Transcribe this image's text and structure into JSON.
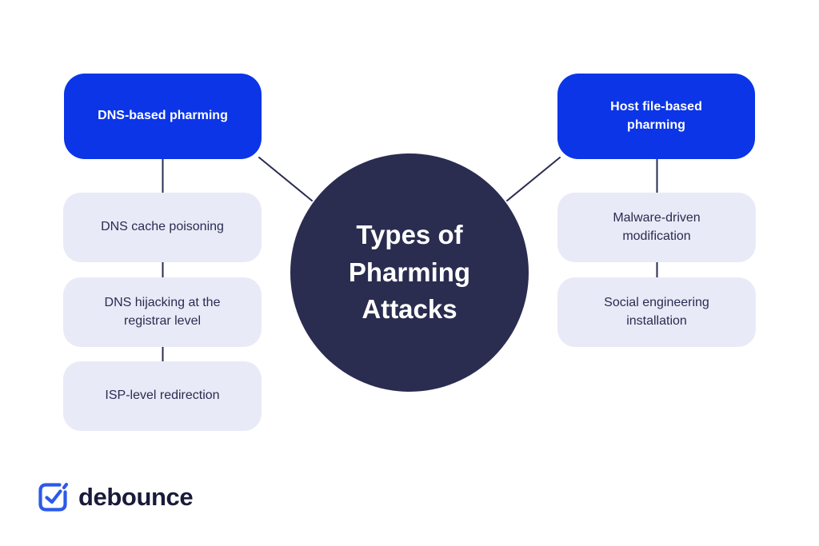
{
  "colors": {
    "brand_blue": "#0B35E7",
    "navy": "#2A2C50",
    "light_lavender": "#E9EAF7",
    "logo_icon_blue": "#2B59EB",
    "logo_text_navy": "#181B39",
    "background": "#FFFFFF"
  },
  "diagram": {
    "center_title": "Types of\nPharming\nAttacks",
    "branches": [
      {
        "label": "DNS-based pharming",
        "children": [
          "DNS cache poisoning",
          "DNS hijacking at the\nregistrar level",
          "ISP-level redirection"
        ]
      },
      {
        "label": "Host file-based\npharming",
        "children": [
          "Malware-driven\nmodification",
          "Social engineering\ninstallation"
        ]
      }
    ]
  },
  "footer": {
    "brand_name": "debounce",
    "logo_icon": "check-badge-icon"
  }
}
